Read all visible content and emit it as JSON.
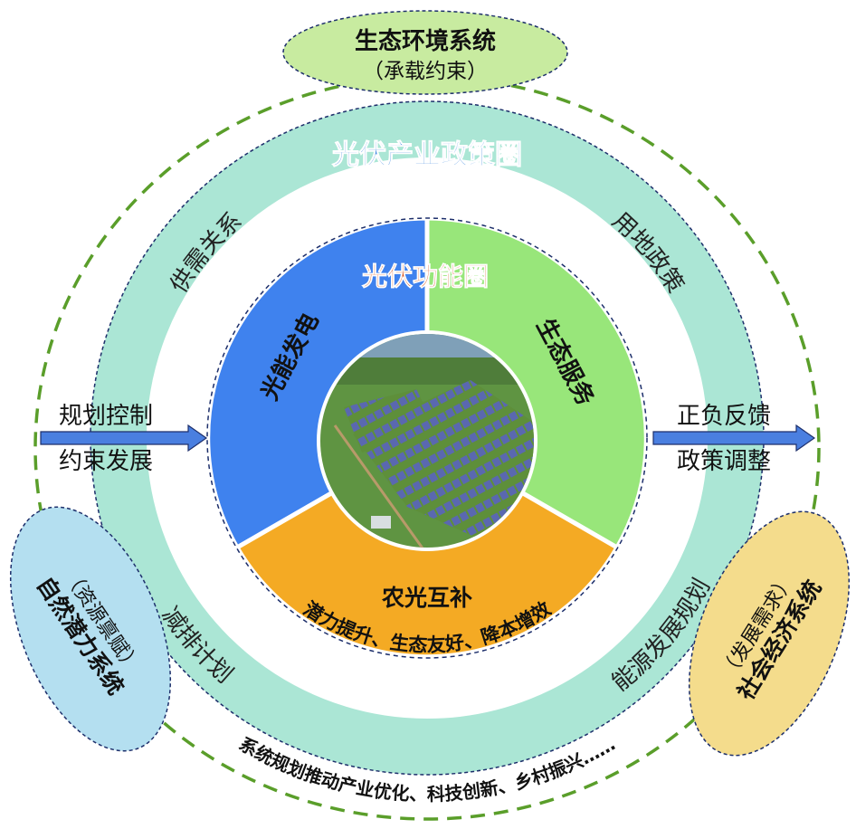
{
  "top_ellipse": {
    "title": "生态环境系统",
    "subtitle": "（承载约束）"
  },
  "left_ellipse": {
    "subtitle": "（资源禀赋）",
    "title": "自然潜力系统"
  },
  "right_ellipse": {
    "subtitle": "（发展需求）",
    "title": "社会经济系统"
  },
  "policy_ring": {
    "title": "光伏产业政策圈",
    "labels": [
      "供需关系",
      "用地政策",
      "减排计划",
      "能源发展规划"
    ]
  },
  "function_ring": {
    "title": "光伏功能圈",
    "sectors": [
      "光能发电",
      "生态服务",
      "农光互补"
    ],
    "benefits": "潜力提升、生态友好、降本增效"
  },
  "left_arrow": {
    "line1": "规划控制",
    "line2": "约束发展"
  },
  "right_arrow": {
    "line1": "正负反馈",
    "line2": "政策调整"
  },
  "outer_caption": "系统规划推动产业优化、科技创新、乡村振兴……",
  "colors": {
    "solar_sector": "#3f82ee",
    "eco_sector": "#98e67a",
    "agri_sector": "#f4aa24",
    "policy_ring": "#abe6d5",
    "outer_dash": "#5a9e2a",
    "policy_title": "#4a8fe2",
    "function_title": "#d8561d"
  }
}
